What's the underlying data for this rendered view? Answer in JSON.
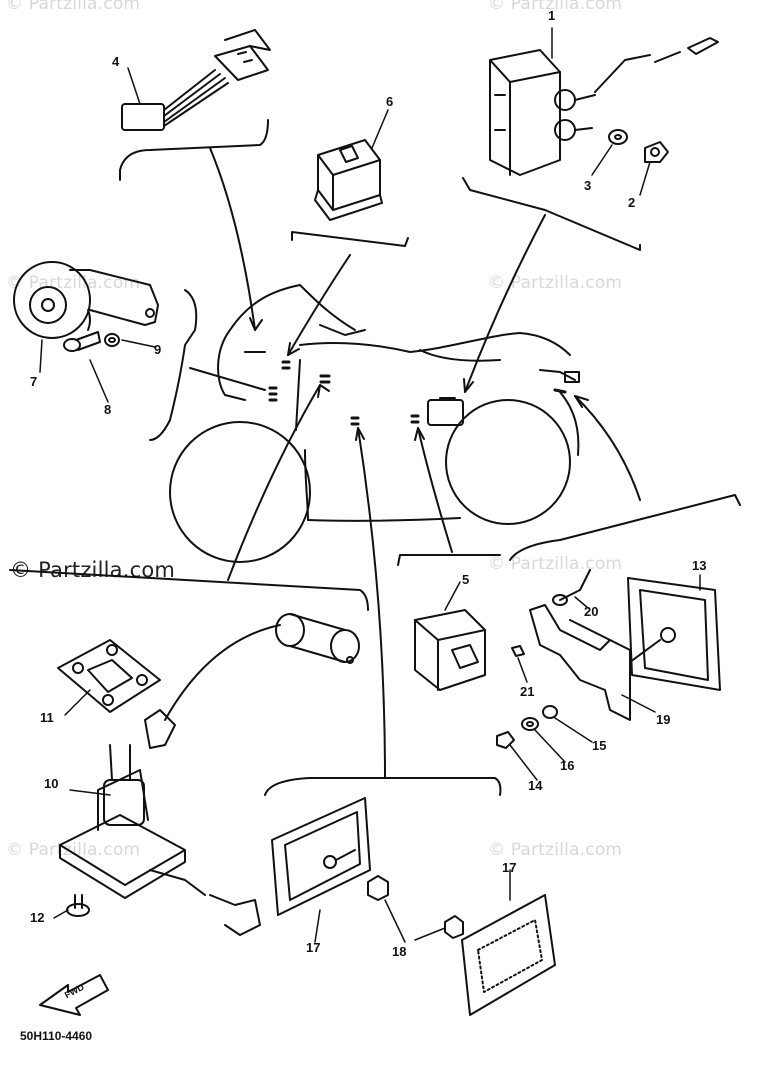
{
  "watermarks": {
    "faint": "© Partzilla.com",
    "main": "© Partzilla.com"
  },
  "callouts": [
    "1",
    "2",
    "3",
    "4",
    "5",
    "6",
    "7",
    "8",
    "9",
    "10",
    "11",
    "12",
    "13",
    "14",
    "15",
    "16",
    "17",
    "17",
    "18",
    "19",
    "20",
    "21"
  ],
  "diagram_code": "50H110-4460",
  "fwd_label": "FWD",
  "colors": {
    "line": "#111111",
    "watermark": "#d8d8d8",
    "background": "#ffffff"
  }
}
